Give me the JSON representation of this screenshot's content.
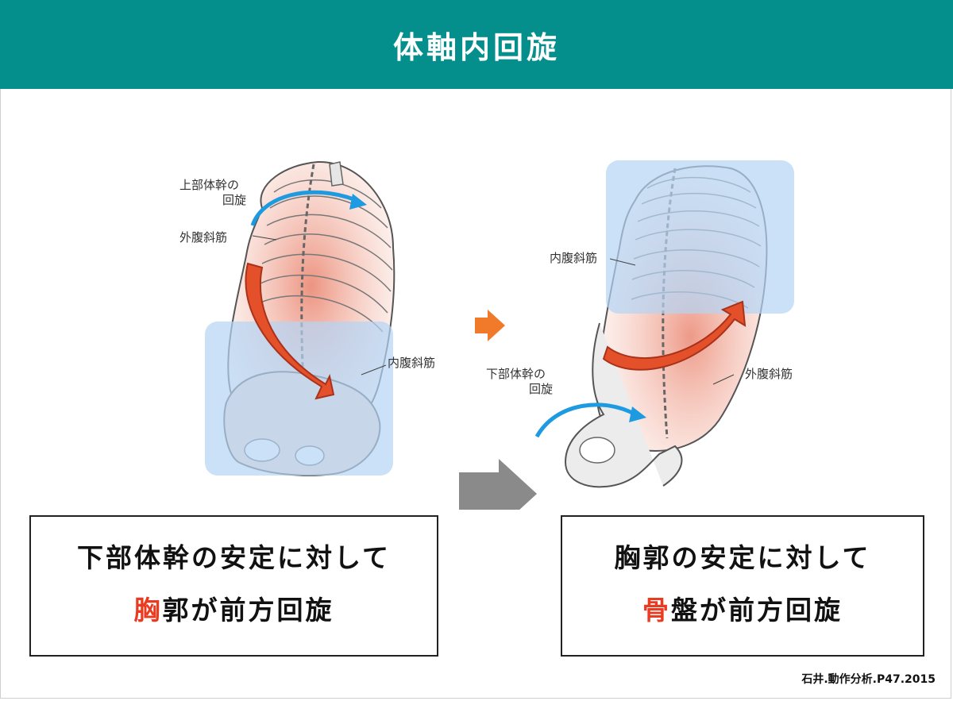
{
  "title": "体軸内回旋",
  "left_figure": {
    "label_upper_rotation": [
      "上部体幹の",
      "回旋"
    ],
    "label_external_oblique": "外腹斜筋",
    "label_internal_oblique": "内腹斜筋"
  },
  "right_figure": {
    "label_internal_oblique": "内腹斜筋",
    "label_lower_rotation": [
      "下部体幹の",
      "回旋"
    ],
    "label_external_oblique": "外腹斜筋"
  },
  "left_box": {
    "line1": "下部体幹の安定に対して",
    "line2_highlight": "胸",
    "line2_rest": "郭が前方回旋"
  },
  "right_box": {
    "line1": "胸郭の安定に対して",
    "line2_highlight": "骨",
    "line2_rest": "盤が前方回旋"
  },
  "citation": "石井.動作分析.P47.2015",
  "colors": {
    "header": "#048f8c",
    "highlight": "#ea3a20",
    "muscle_arrow": "#e4502a",
    "rotation_arrow": "#1e9be0",
    "overlay": "#b3d4f5",
    "transition_arrow_small": "#f07a2a",
    "transition_arrow_large": "#8a8a8a"
  }
}
